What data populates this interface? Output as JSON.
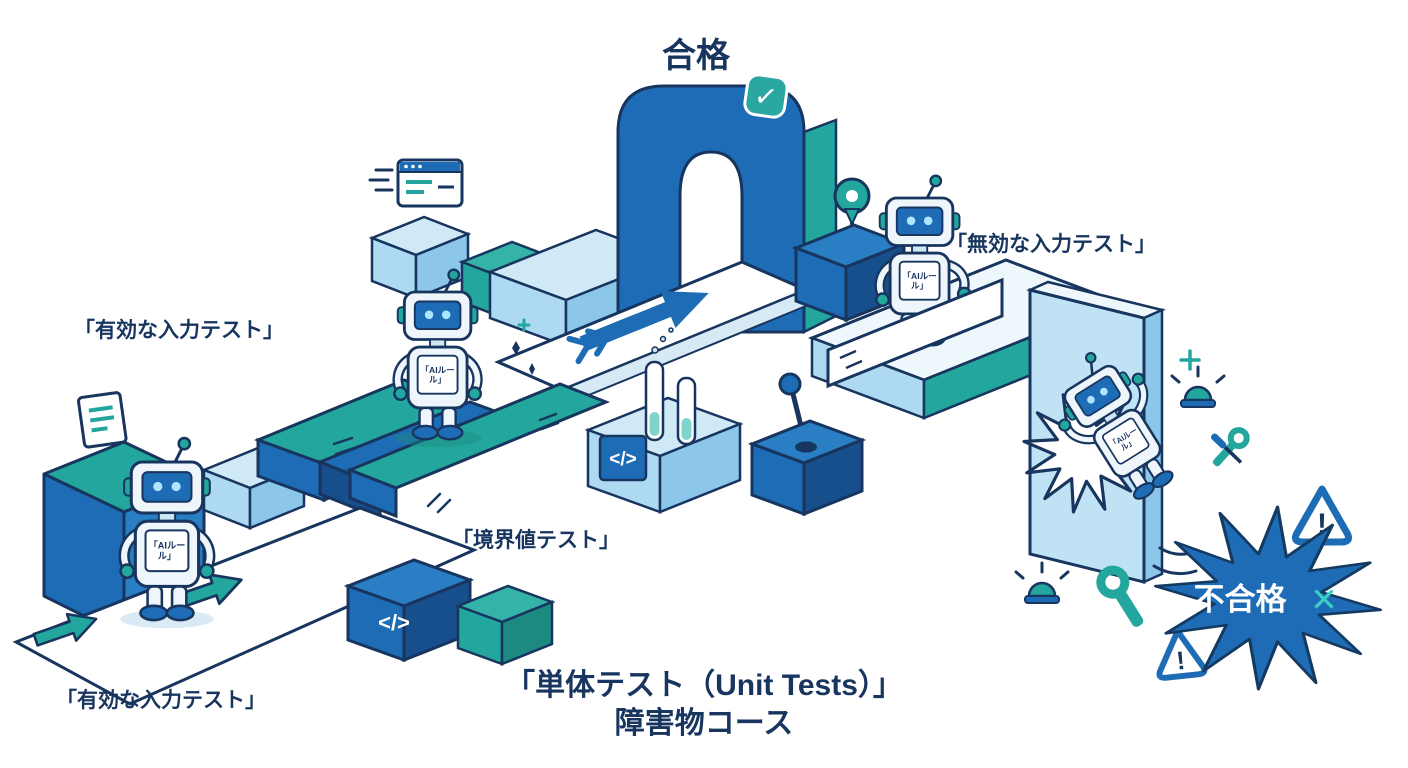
{
  "scene": {
    "background_color": "#ffffff",
    "palette": {
      "dark_blue": "#1e6cb5",
      "deep_blue": "#174f8c",
      "navy_outline": "#17355e",
      "teal": "#23a69d",
      "light_blue": "#aed9f2",
      "pale_blue": "#cfe9f7",
      "white": "#ffffff"
    },
    "title": {
      "line1": "「単体テスト（Unit Tests）」",
      "line2": "障害物コース"
    },
    "gate": {
      "pass_label": "合格",
      "check_glyph": "✓"
    },
    "fail": {
      "label": "不合格",
      "cross_glyph": "✕"
    },
    "labels": {
      "valid_input_upper": "「有効な入力テスト」",
      "valid_input_lower": "「有効な入力テスト」",
      "boundary_test": "「境界値テスト」",
      "invalid_input": "「無効な入力テスト」"
    },
    "robot": {
      "chest_label": "「AIルール」"
    },
    "glyphs": {
      "code": "</>",
      "warning": "!"
    }
  }
}
